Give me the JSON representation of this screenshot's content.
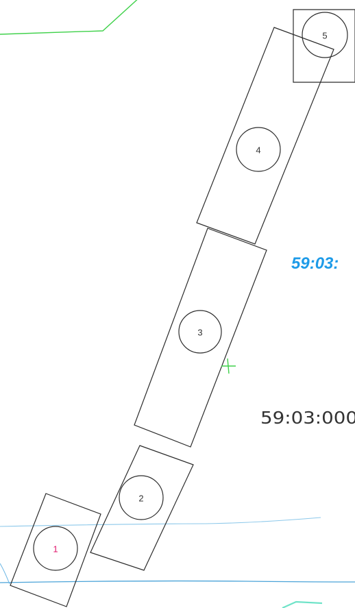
{
  "colors": {
    "outline": "#2b2b2b",
    "parcel_boundary": "#3fd14a",
    "water_line": "#4aa3d8",
    "blue_label": "#1e9be8",
    "dark_label": "#333333",
    "highlight_marker_text": "#e0156b",
    "marker_text": "#333333"
  },
  "markers": [
    {
      "id": "1",
      "label": "1",
      "highlight": true
    },
    {
      "id": "2",
      "label": "2",
      "highlight": false
    },
    {
      "id": "3",
      "label": "3",
      "highlight": false
    },
    {
      "id": "4",
      "label": "4",
      "highlight": false
    },
    {
      "id": "5",
      "label": "5",
      "highlight": false
    }
  ],
  "labels": {
    "cadastral_blue": "59:03:",
    "cadastral_dark": "59:03:000"
  },
  "icons": {
    "point_marker": "cross-marker-icon"
  }
}
